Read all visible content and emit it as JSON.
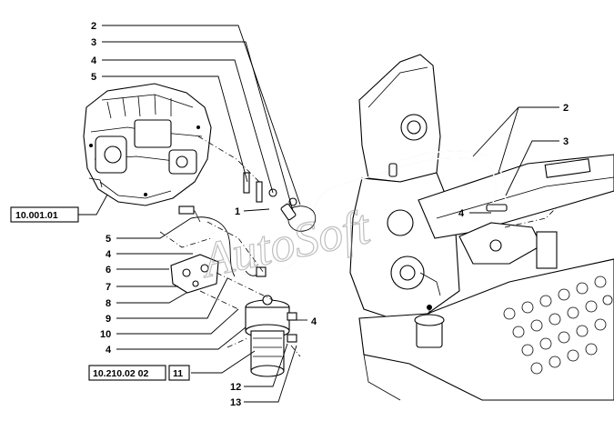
{
  "watermark": "AutoSoft",
  "references": {
    "engine_ref": "10.001.01",
    "filter_ref": "10.210.02 02",
    "filter_item": "11"
  },
  "callouts": {
    "top_2": "2",
    "top_3": "3",
    "top_4": "4",
    "top_5": "5",
    "mid_1": "1",
    "left_5": "5",
    "left_4a": "4",
    "left_6": "6",
    "left_7": "7",
    "left_8": "8",
    "left_9": "9",
    "left_10": "10",
    "left_4b": "4",
    "filter_4": "4",
    "bottom_12": "12",
    "bottom_13": "13",
    "right_2": "2",
    "right_3": "3",
    "right_4": "4"
  }
}
